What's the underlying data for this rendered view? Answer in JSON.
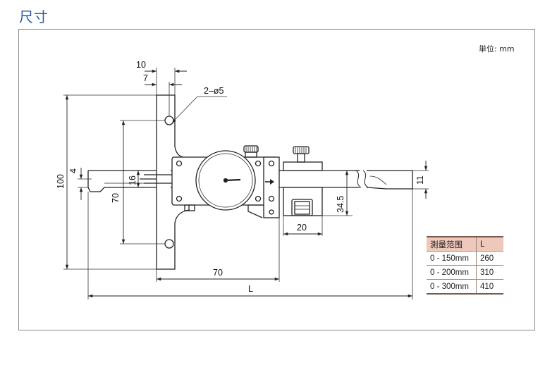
{
  "page": {
    "title": "尺寸"
  },
  "unit": "単位: mm",
  "dimensions": {
    "d10": "10",
    "d7": "7",
    "holes": "2–ø5",
    "d100": "100",
    "d4": "4",
    "d16": "16",
    "d70_vertical": "70",
    "d70_horizontal": "70",
    "d34_5": "34.5",
    "d20": "20",
    "d11": "11",
    "dL": "L"
  },
  "spec_table": {
    "headers": [
      "測量范围",
      "L"
    ],
    "rows": [
      [
        "0 - 150mm",
        "260"
      ],
      [
        "0 - 200mm",
        "310"
      ],
      [
        "0 - 300mm",
        "410"
      ]
    ]
  }
}
